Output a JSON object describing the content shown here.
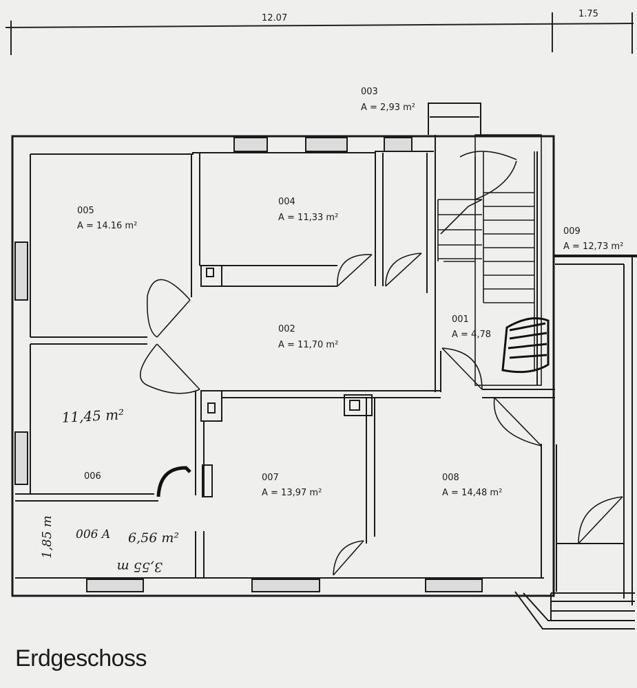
{
  "dimensions": {
    "top_main": "12.07",
    "top_side": "1.75"
  },
  "rooms": {
    "r003": {
      "id": "003",
      "area": "A = 2,93 m²"
    },
    "r004": {
      "id": "004",
      "area": "A = 11,33 m²"
    },
    "r005": {
      "id": "005",
      "area": "A = 14.16 m²"
    },
    "r009": {
      "id": "009",
      "area": "A = 12,73 m²"
    },
    "r002": {
      "id": "002",
      "area": "A = 11,70 m²"
    },
    "r001": {
      "id": "001",
      "area": "A = 4,78"
    },
    "r006": {
      "id": "006"
    },
    "r007": {
      "id": "007",
      "area": "A = 13,97 m²"
    },
    "r008": {
      "id": "008",
      "area": "A = 14,48 m²"
    }
  },
  "handwritten": {
    "room006_area": "11,45 m²",
    "room006a_label": "006 A",
    "room006a_area": "6,56 m²",
    "height": "1,85 m",
    "width_reversed": "3,55 m"
  },
  "title": "Erdgeschoss"
}
